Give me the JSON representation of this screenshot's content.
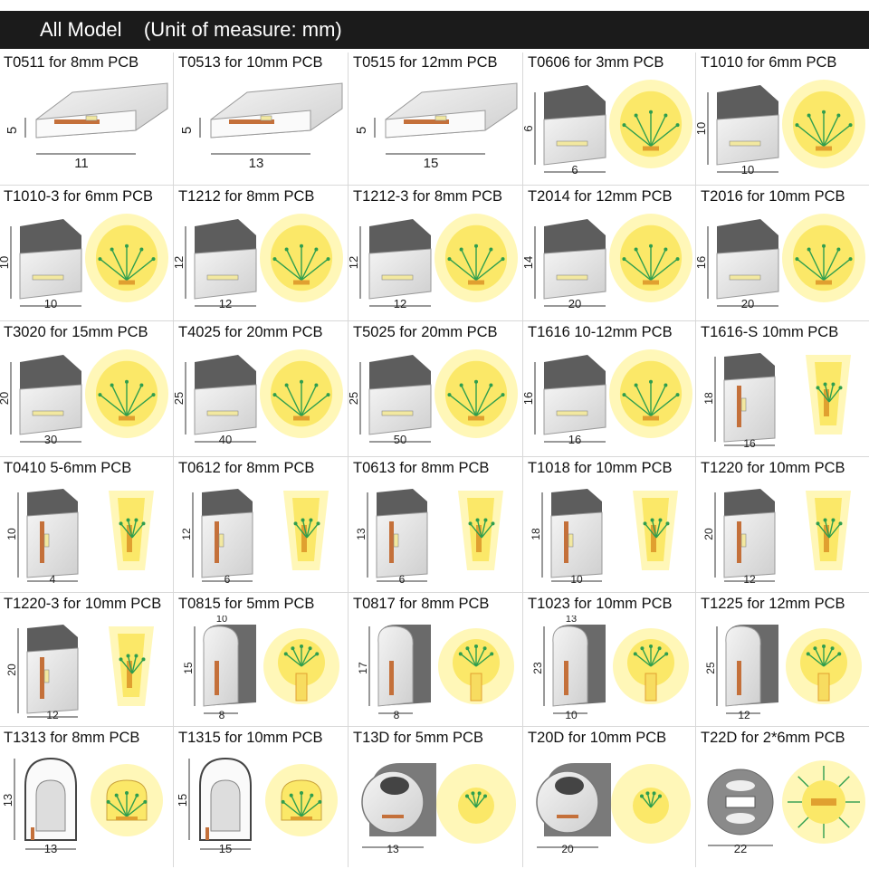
{
  "header": {
    "title": "All Model    (Unit of measure: mm)"
  },
  "models": [
    {
      "label": "T0511 for 8mm PCB",
      "style": "flat",
      "w": "11",
      "h": "5"
    },
    {
      "label": "T0513 for 10mm PCB",
      "style": "flat",
      "w": "13",
      "h": "5"
    },
    {
      "label": "T0515 for 12mm PCB",
      "style": "flat",
      "w": "15",
      "h": "5"
    },
    {
      "label": "T0606 for 3mm PCB",
      "style": "profile",
      "w": "6",
      "h": "6"
    },
    {
      "label": "T1010 for 6mm PCB",
      "style": "profile",
      "w": "10",
      "h": "10"
    },
    {
      "label": "T1010-3 for 6mm PCB",
      "style": "profile",
      "w": "10",
      "h": "10"
    },
    {
      "label": "T1212 for 8mm PCB",
      "style": "profile",
      "w": "12",
      "h": "12"
    },
    {
      "label": "T1212-3 for 8mm PCB",
      "style": "profile",
      "w": "12",
      "h": "12"
    },
    {
      "label": "T2014 for 12mm PCB",
      "style": "profile",
      "w": "20",
      "h": "14"
    },
    {
      "label": "T2016 for 10mm PCB",
      "style": "profile",
      "w": "20",
      "h": "16"
    },
    {
      "label": "T3020 for 15mm PCB",
      "style": "profile",
      "w": "30",
      "h": "20"
    },
    {
      "label": "T4025 for 20mm PCB",
      "style": "profile",
      "w": "40",
      "h": "25"
    },
    {
      "label": "T5025 for 20mm PCB",
      "style": "profile",
      "w": "50",
      "h": "25"
    },
    {
      "label": "T1616 10-12mm PCB",
      "style": "profile",
      "w": "16",
      "h": "16"
    },
    {
      "label": "T1616-S 10mm PCB",
      "style": "side",
      "w": "16",
      "h": "18"
    },
    {
      "label": "T0410 5-6mm PCB",
      "style": "side",
      "w": "4",
      "h": "10"
    },
    {
      "label": "T0612 for 8mm PCB",
      "style": "side",
      "w": "6",
      "h": "12"
    },
    {
      "label": "T0613 for 8mm PCB",
      "style": "side",
      "w": "6",
      "h": "13"
    },
    {
      "label": "T1018 for 10mm PCB",
      "style": "side",
      "w": "10",
      "h": "18"
    },
    {
      "label": "T1220 for 10mm PCB",
      "style": "side",
      "w": "12",
      "h": "20"
    },
    {
      "label": "T1220-3 for 10mm PCB",
      "style": "side",
      "w": "12",
      "h": "20"
    },
    {
      "label": "T0815 for 5mm PCB",
      "style": "round",
      "w": "8",
      "h": "15",
      "top": "10"
    },
    {
      "label": "T0817 for 8mm PCB",
      "style": "round",
      "w": "8",
      "h": "17"
    },
    {
      "label": "T1023 for 10mm PCB",
      "style": "round",
      "w": "10",
      "h": "23",
      "top": "13"
    },
    {
      "label": "T1225 for 12mm PCB",
      "style": "round",
      "w": "12",
      "h": "25"
    },
    {
      "label": "T1313 for 8mm PCB",
      "style": "dome",
      "w": "13",
      "h": "13"
    },
    {
      "label": "T1315 for 10mm PCB",
      "style": "dome",
      "w": "15",
      "h": "15"
    },
    {
      "label": "T13D for 5mm PCB",
      "style": "tube",
      "w": "13"
    },
    {
      "label": "T20D for 10mm PCB",
      "style": "tube",
      "w": "20"
    },
    {
      "label": "T22D for 2*6mm PCB",
      "style": "disc",
      "w": "22"
    }
  ]
}
